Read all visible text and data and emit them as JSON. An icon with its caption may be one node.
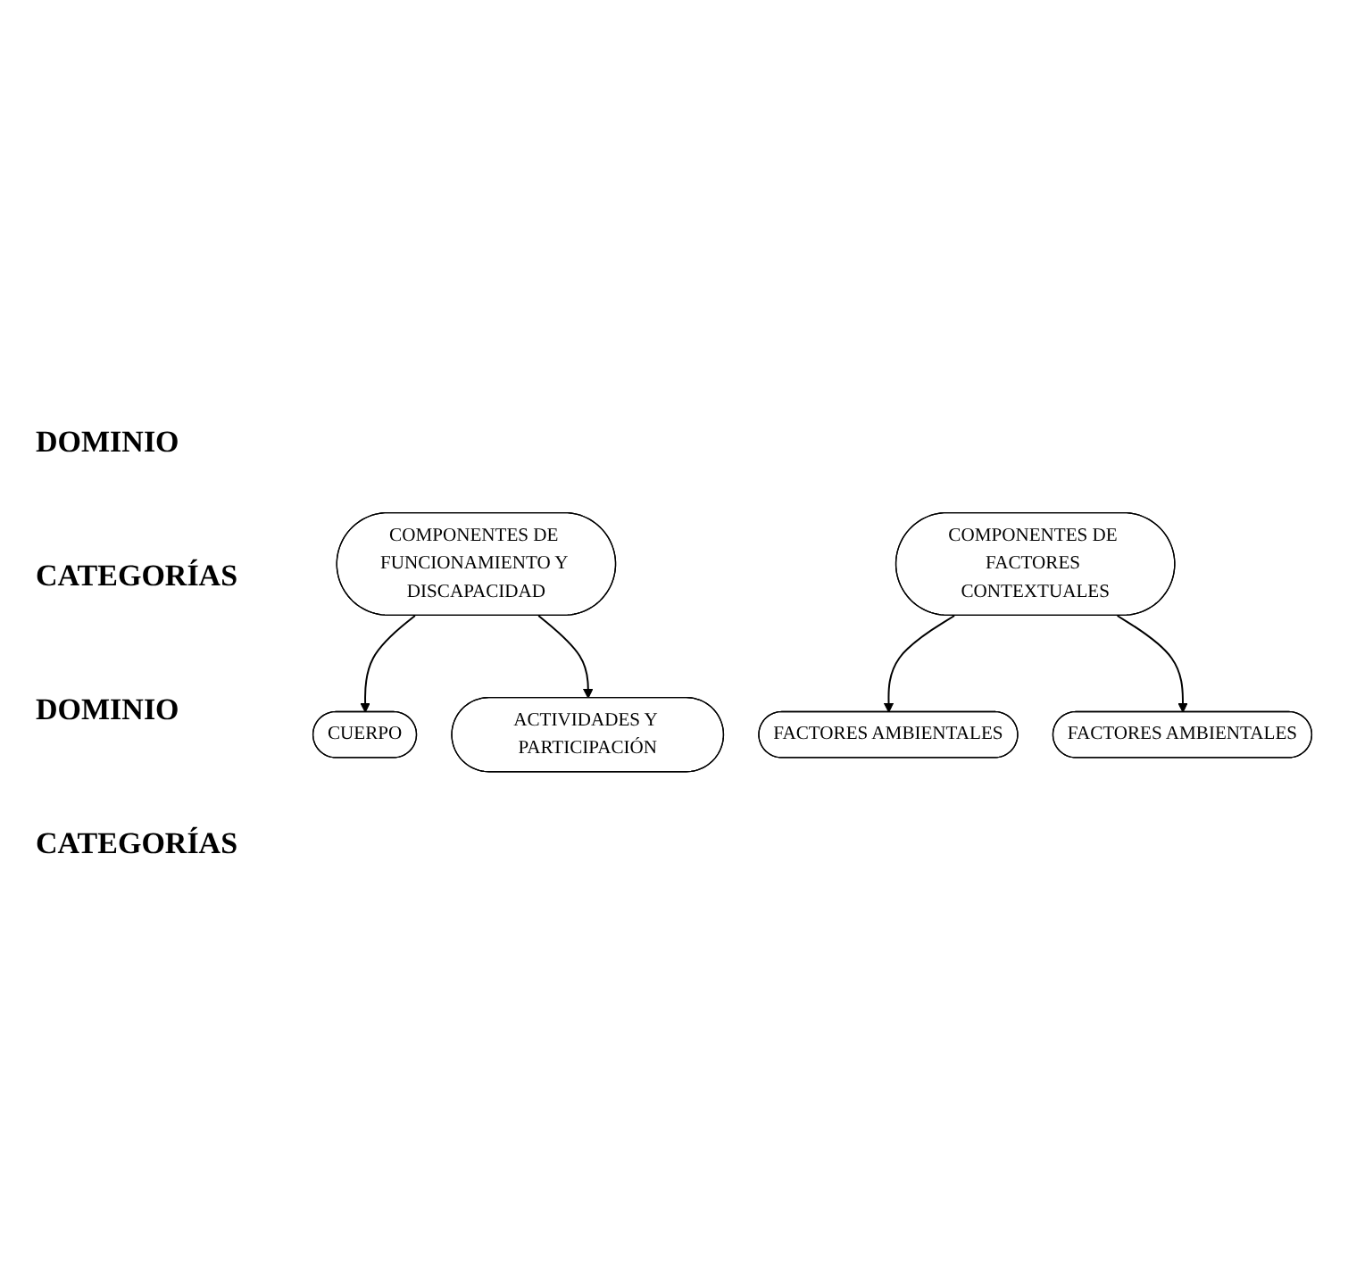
{
  "diagram": {
    "nodes": [
      {
        "text": [
          "COMPONENTES DE FUNCIONAMIENTO Y DISCAPACIDAD"
        ]
      },
      {
        "text": [
          "CUERPO"
        ]
      },
      {
        "text": [
          "ACTIVIDADES Y PARTICIPACIÓN"
        ]
      },
      {
        "text": [
          "COMPONENTES DE FACTORES CONTEXTUALES"
        ]
      },
      {
        "text": [
          "FACTORES AMBIENTALES"
        ]
      },
      {
        "text": [
          "FACTORES AMBIENTALES"
        ]
      }
    ],
    "edges": [
      {
        "from": 0,
        "to": 1,
        "arrow": "to"
      },
      {
        "from": 0,
        "to": 2,
        "arrow": "to"
      },
      {
        "from": 3,
        "to": 4,
        "arrow": "to"
      },
      {
        "from": 3,
        "to": 5,
        "arrow": "to"
      }
    ],
    "labels": [
      "DOMINIO",
      "CATEGORÍAS",
      "DOMINIO",
      "CATEGORÍAS"
    ]
  }
}
